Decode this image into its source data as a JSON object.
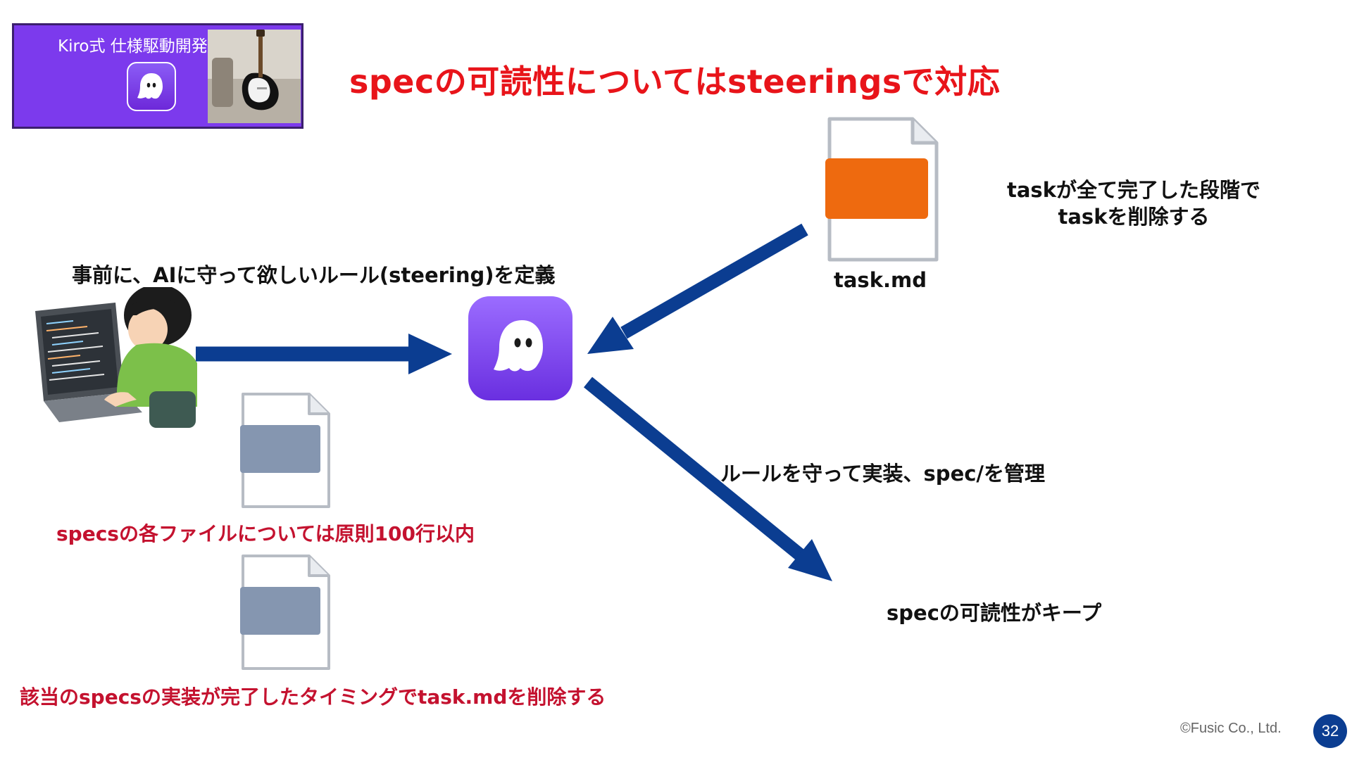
{
  "header": {
    "badge_title": "Kiro式 仕様駆動開発"
  },
  "slide": {
    "title": "specの可読性についてはsteeringsで対応",
    "page_number": "32",
    "copyright": "©Fusic Co., Ltd."
  },
  "labels": {
    "define_rules": "事前に、AIに守って欲しいルール(steering)を定義",
    "task_file": "task.md",
    "task_delete_line1": "taskが全て完了した段階で",
    "task_delete_line2": "taskを削除する",
    "follow_rules": "ルールを守って実装、spec/を管理",
    "spec_readability": "specの可読性がキープ"
  },
  "notes": {
    "specs_limit": "specsの各ファイルについては原則100行以内",
    "delete_task_md": "該当のspecsの実装が完了したタイミングでtask.mdを削除する"
  },
  "icons": {
    "app": "kiro-ghost-icon",
    "user": "developer-at-laptop-icon",
    "task_doc": "orange-document-icon",
    "steering_doc": "gray-document-icon"
  },
  "colors": {
    "title_red": "#e8141a",
    "note_red": "#c4122f",
    "arrow_blue": "#0b3d91",
    "brand_purple": "#7c3aed",
    "task_orange": "#ee6a0f",
    "doc_gray": "#8596b0"
  }
}
